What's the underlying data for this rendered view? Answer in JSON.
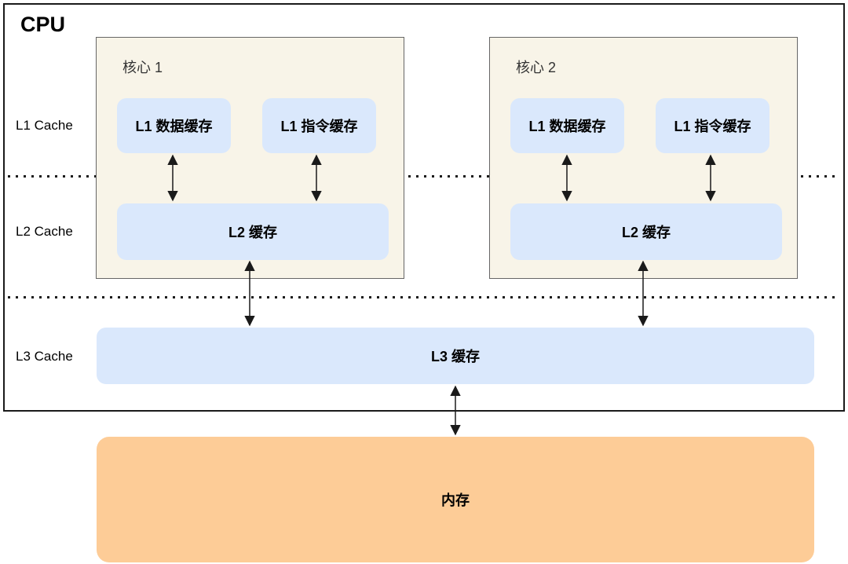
{
  "diagram": {
    "title": "CPU",
    "row_labels": [
      "L1 Cache",
      "L2 Cache",
      "L3 Cache"
    ],
    "cores": [
      {
        "label": "核心 1",
        "l1_data": "L1 数据缓存",
        "l1_instr": "L1 指令缓存",
        "l2": "L2 缓存"
      },
      {
        "label": "核心 2",
        "l1_data": "L1 数据缓存",
        "l1_instr": "L1 指令缓存",
        "l2": "L2 缓存"
      }
    ],
    "l3_label": "L3 缓存",
    "memory_label": "内存",
    "colors": {
      "core_fill": "#f8f4e8",
      "core_border": "#666666",
      "cache_fill": "#dae8fc",
      "memory_fill": "#fdcc97",
      "line_color": "#1a1a1a"
    }
  }
}
